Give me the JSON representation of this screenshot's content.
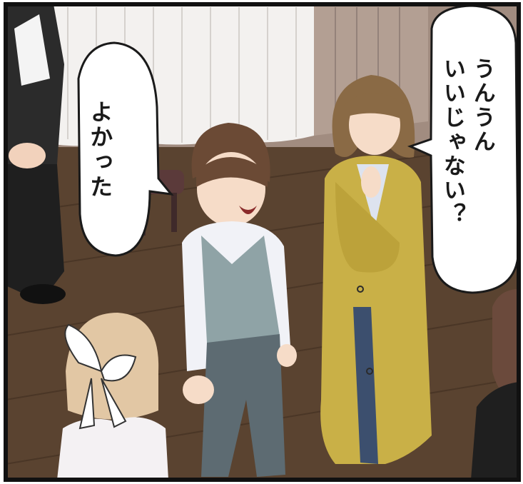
{
  "panel": {
    "speech_left": {
      "lines": [
        "よかった"
      ]
    },
    "speech_right": {
      "lines": [
        "うんうん",
        "いいじゃない？"
      ]
    }
  },
  "colors": {
    "floor": "#5a4330",
    "curtain": "#f3f1ef",
    "wall": "#a18c80",
    "coat": "#c9b047",
    "vest": "#8fa3a6",
    "pants": "#5d6b72",
    "hair_boy": "#6b4a35",
    "hair_woman": "#8a6a45",
    "hair_girl": "#e2c7a4"
  }
}
